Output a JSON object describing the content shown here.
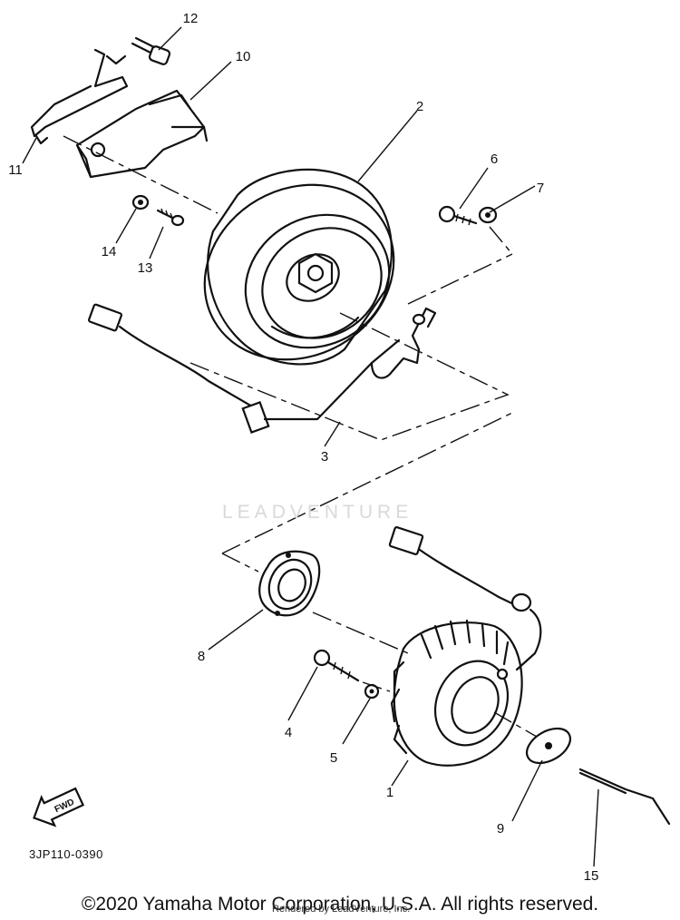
{
  "diagram": {
    "callouts": [
      {
        "id": "1",
        "label": "1"
      },
      {
        "id": "2",
        "label": "2"
      },
      {
        "id": "3",
        "label": "3"
      },
      {
        "id": "4",
        "label": "4"
      },
      {
        "id": "5",
        "label": "5"
      },
      {
        "id": "6",
        "label": "6"
      },
      {
        "id": "7",
        "label": "7"
      },
      {
        "id": "8",
        "label": "8"
      },
      {
        "id": "9",
        "label": "9"
      },
      {
        "id": "10",
        "label": "10"
      },
      {
        "id": "11",
        "label": "11"
      },
      {
        "id": "12",
        "label": "12"
      },
      {
        "id": "13",
        "label": "13"
      },
      {
        "id": "14",
        "label": "14"
      },
      {
        "id": "15",
        "label": "15"
      }
    ],
    "fwd_label": "FWD",
    "drawing_code": "3JP110-0390"
  },
  "watermark": "LEADVENTURE",
  "footer": {
    "copyright": "©2020 Yamaha Motor Corporation, U.S.A. All rights reserved.",
    "rendered_note": "Rendered by LeadVenture, Inc."
  }
}
